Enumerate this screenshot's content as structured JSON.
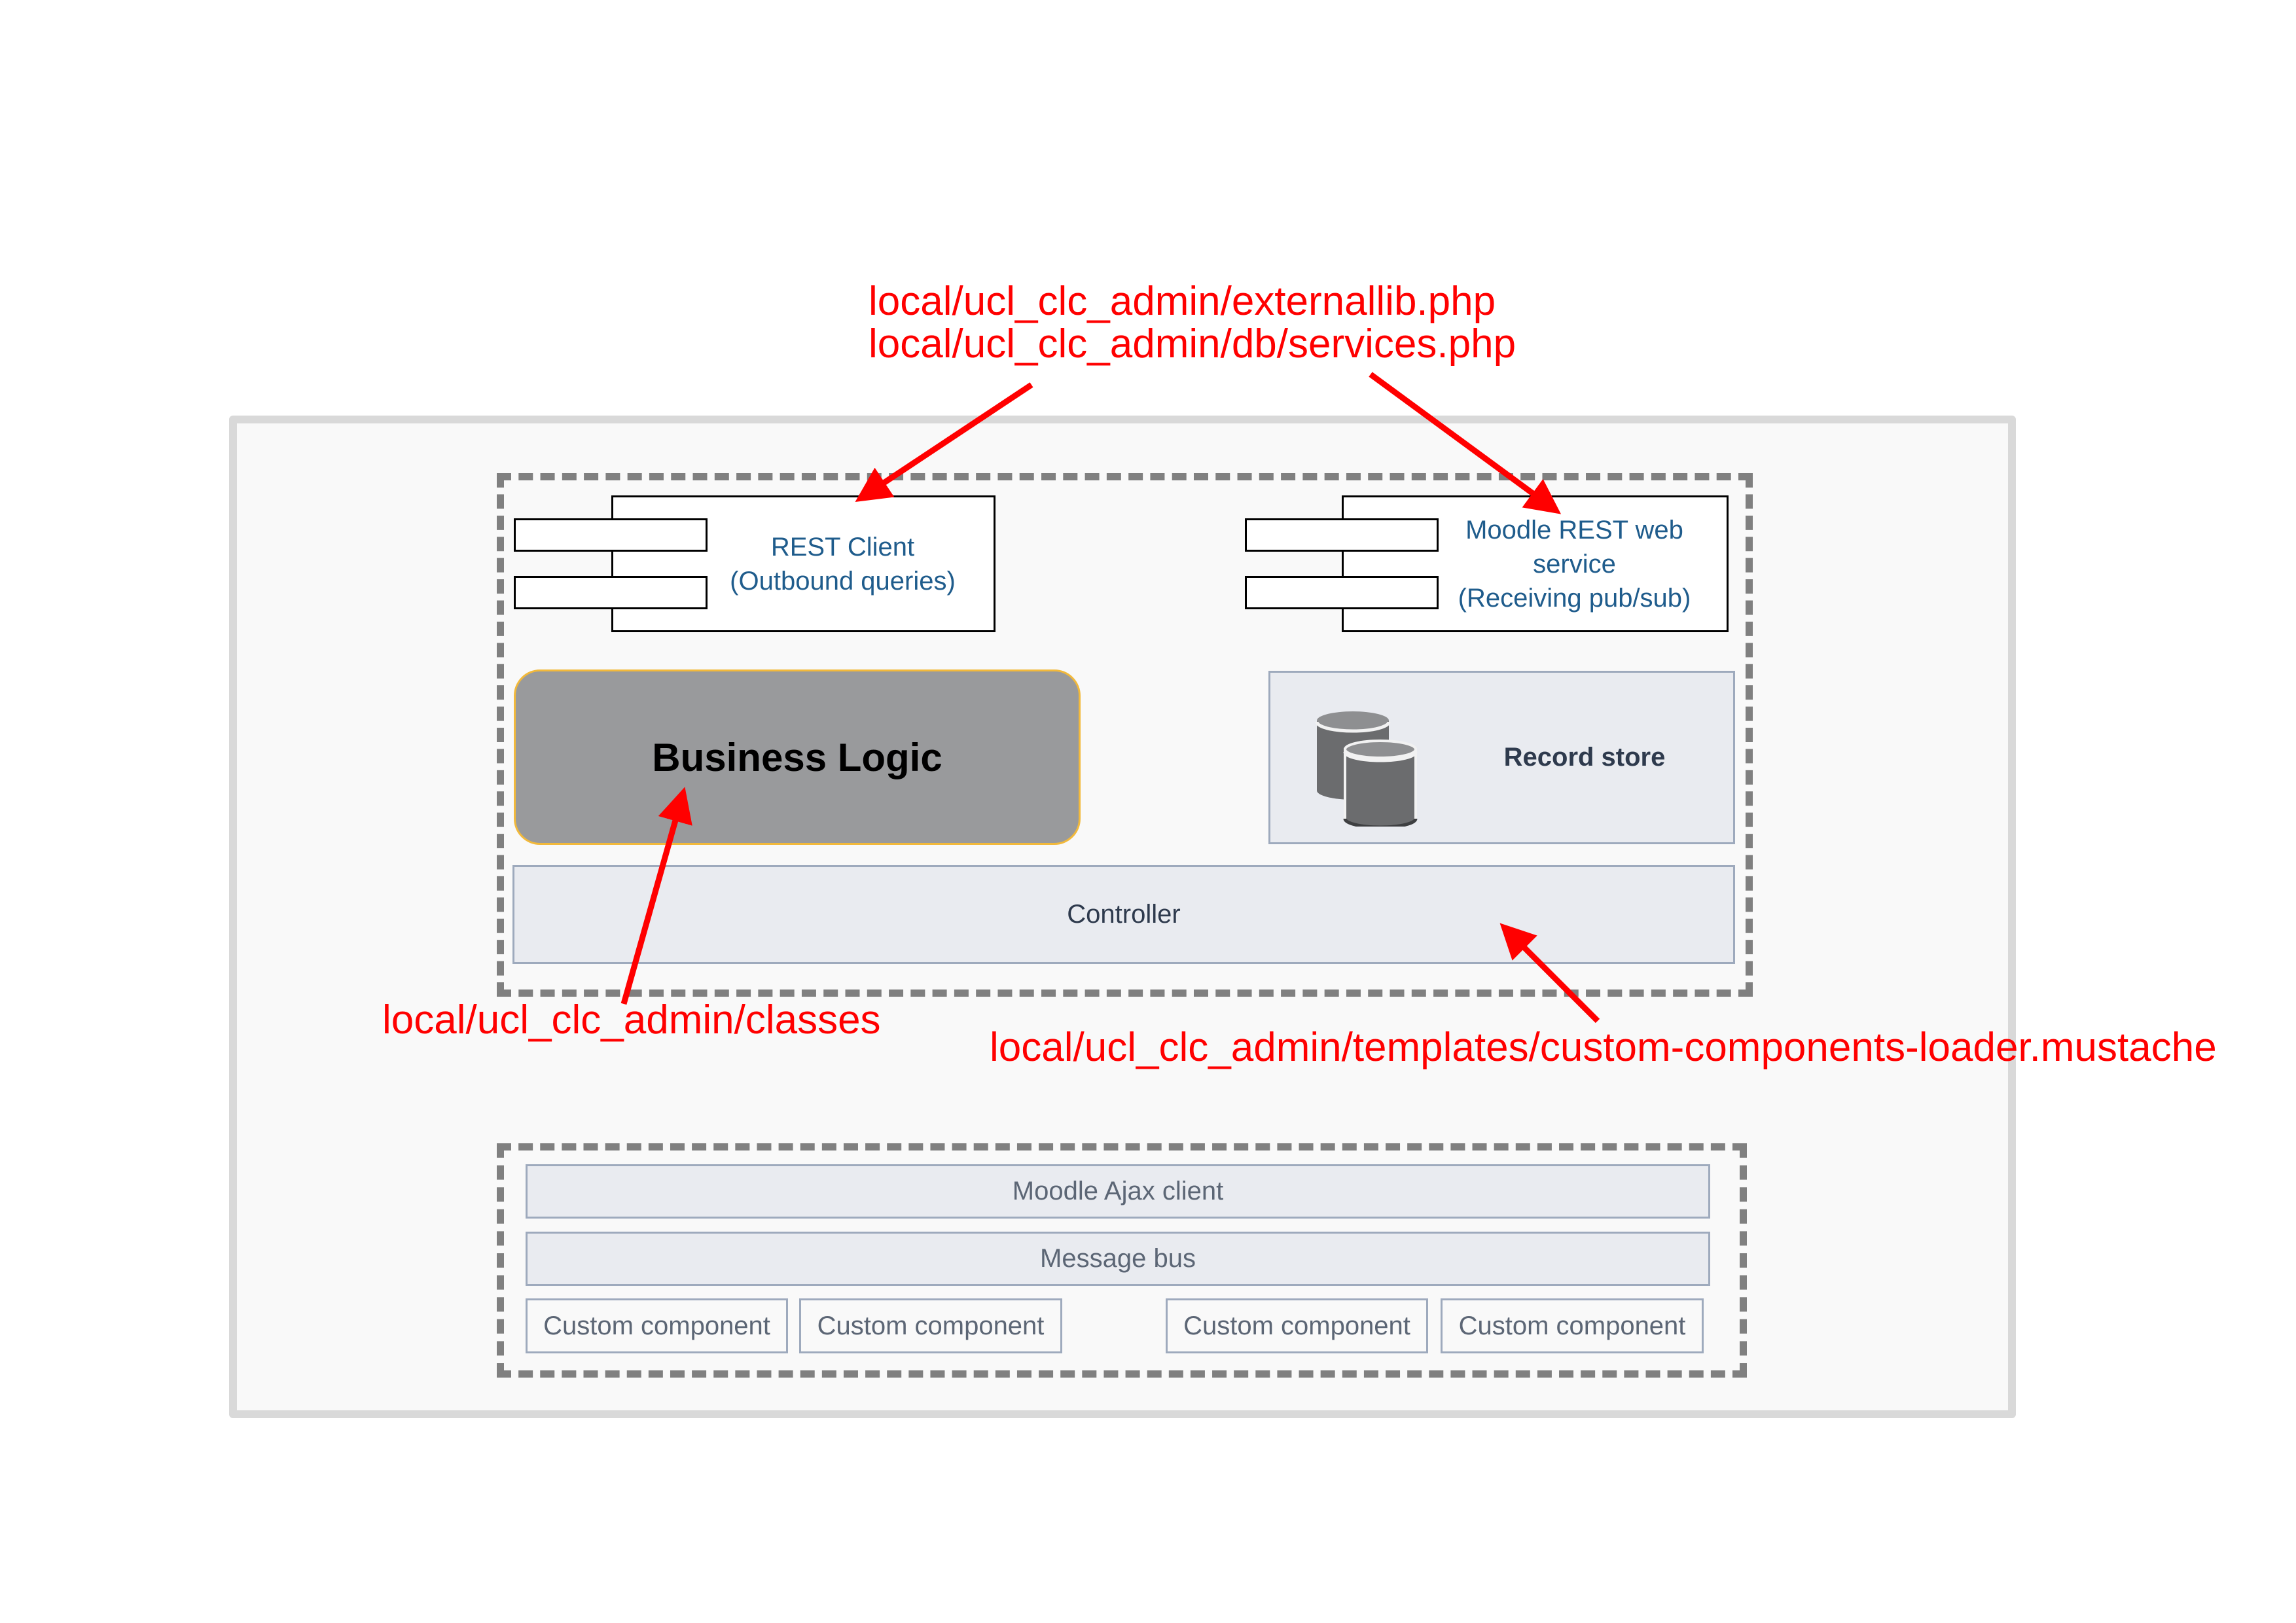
{
  "colors": {
    "annotation": "#ff0000",
    "component_text": "#1f5c8c",
    "business_logic_fill": "#999a9c",
    "business_logic_border": "#f2b93b",
    "panel_fill": "#e9ebf0",
    "panel_border": "#9eaabd",
    "dashed_border": "#808080",
    "outer_border": "#d9d9d9"
  },
  "components": {
    "rest_client": {
      "line1": "REST Client",
      "line2": "(Outbound queries)"
    },
    "moodle_rest": {
      "line1": "Moodle REST web",
      "line2": "service",
      "line3": "(Receiving pub/sub)"
    }
  },
  "business_logic": {
    "label": "Business Logic"
  },
  "record_store": {
    "label": "Record store",
    "icon": "database-icon"
  },
  "controller": {
    "label": "Controller"
  },
  "frontend": {
    "ajax_client": "Moodle Ajax client",
    "message_bus": "Message bus",
    "custom_components": [
      "Custom component",
      "Custom component",
      "Custom component",
      "Custom component"
    ]
  },
  "annotations": {
    "externallib": "local/ucl_clc_admin/externallib.php",
    "services": "local/ucl_clc_admin/db/services.php",
    "classes": "local/ucl_clc_admin/classes",
    "templates": "local/ucl_clc_admin/templates/custom-components-loader.mustache"
  }
}
